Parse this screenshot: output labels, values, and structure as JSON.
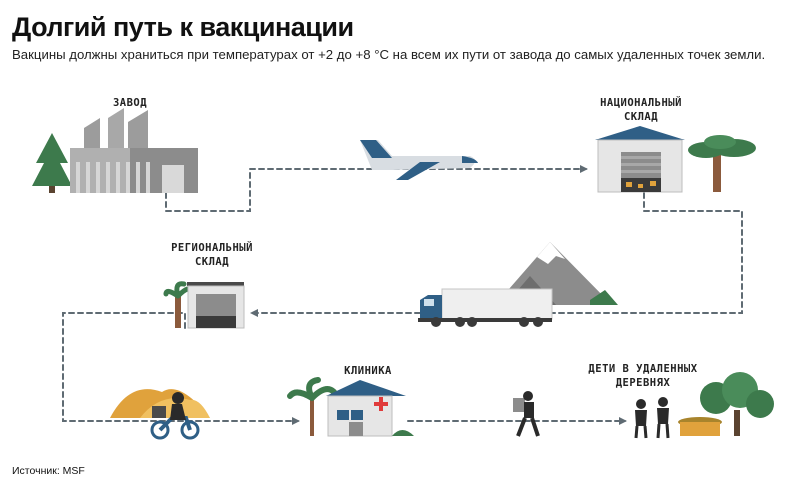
{
  "header": {
    "title": "Долгий путь к вакцинации",
    "subtitle": "Вакцины должны храниться при температурах от +2 до +8 °С на всем их пути от завода до самых удаленных точек земли."
  },
  "stages": {
    "factory": "ЗАВОД",
    "national_warehouse": "НАЦИОНАЛЬНЫЙ\nСКЛАД",
    "regional_warehouse": "РЕГИОНАЛЬНЫЙ\nСКЛАД",
    "clinic": "КЛИНИКА",
    "remote_villages": "ДЕТИ В УДАЛЕННЫХ\nДЕРЕВНЯХ"
  },
  "footer": {
    "source": "Источник: MSF"
  },
  "colors": {
    "path": "#5f6b73",
    "building_grey": "#8c8c8c",
    "roof_blue": "#2f5f86",
    "plane_blue": "#2f5f86",
    "tree_green": "#3d7a4c",
    "sand": "#e0a23c",
    "cross_red": "#e03b3b"
  }
}
